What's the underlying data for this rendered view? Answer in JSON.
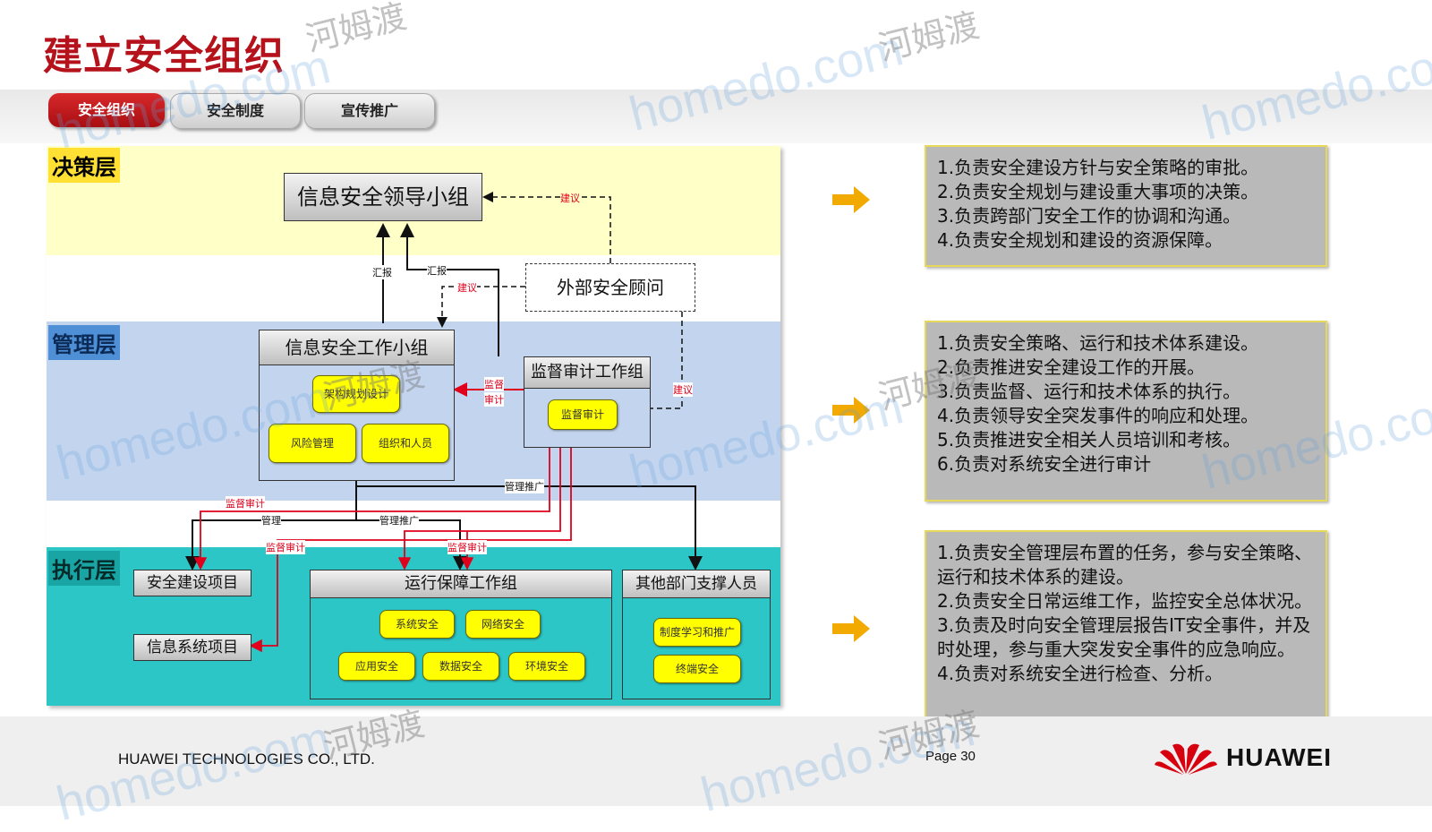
{
  "title": "建立安全组织",
  "tabs": [
    {
      "label": "安全组织",
      "active": true
    },
    {
      "label": "安全制度",
      "active": false
    },
    {
      "label": "宣传推广",
      "active": false
    }
  ],
  "layers": {
    "decision": {
      "label": "决策层",
      "color": "#ffffc8",
      "label_bg": "#ffe033"
    },
    "management": {
      "label": "管理层",
      "color": "#c3d5ee",
      "label_bg": "#4f8fd6"
    },
    "execution": {
      "label": "执行层",
      "color": "#2cc6c6",
      "label_bg": "#1aa5a5"
    }
  },
  "nodes": {
    "leadership_group": "信息安全领导小组",
    "external_advisor": "外部安全顾问",
    "work_group": "信息安全工作小组",
    "audit_group": "监督审计工作组",
    "security_projects": "安全建设项目",
    "info_system_projects": "信息系统项目",
    "ops_group": "运行保障工作组",
    "other_support": "其他部门支撑人员"
  },
  "pills": {
    "work_group": [
      "架构规划设计",
      "风险管理",
      "组织和人员"
    ],
    "audit_group": [
      "监督审计"
    ],
    "ops_group": [
      "系统安全",
      "网络安全",
      "应用安全",
      "数据安全",
      "环境安全"
    ],
    "other_support": [
      "制度学习和推广",
      "终端安全"
    ]
  },
  "connector_labels": {
    "suggest": "建议",
    "report": "汇报",
    "supervise_audit_split": [
      "监督",
      "审计"
    ],
    "supervise_audit": "监督审计",
    "manage": "管理",
    "manage_promote": "管理推广"
  },
  "descriptions": {
    "decision": [
      "1.负责安全建设方针与安全策略的审批。",
      "2.负责安全规划与建设重大事项的决策。",
      "3.负责跨部门安全工作的协调和沟通。",
      "4.负责安全规划和建设的资源保障。"
    ],
    "management": [
      "1.负责安全策略、运行和技术体系建设。",
      "2.负责推进安全建设工作的开展。",
      "3.负责监督、运行和技术体系的执行。",
      "4.负责领导安全突发事件的响应和处理。",
      "5.负责推进安全相关人员培训和考核。",
      "6.负责对系统安全进行审计"
    ],
    "execution": [
      "1.负责安全管理层布置的任务，参与安全策略、运行和技术体系的建设。",
      "2.负责安全日常运维工作，监控安全总体状况。",
      "3.负责及时向安全管理层报告IT安全事件，并及时处理，参与重大突发安全事件的应急响应。",
      "4.负责对系统安全进行检查、分析。"
    ]
  },
  "footer": {
    "company": "HUAWEI TECHNOLOGIES CO., LTD.",
    "page": "Page 30",
    "brand": "HUAWEI"
  },
  "watermarks": [
    "homedo.com",
    "河姆渡"
  ],
  "colors": {
    "accent_red": "#b5121b",
    "arrow_orange": "#f2a900",
    "line_red": "#e0001b"
  }
}
